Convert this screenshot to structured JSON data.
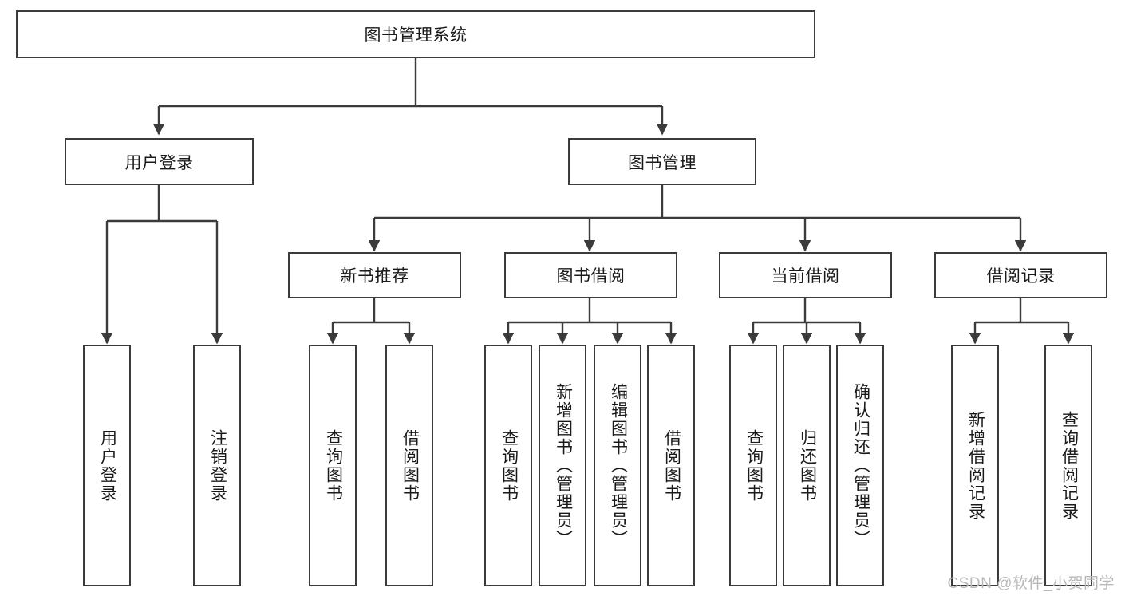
{
  "diagram": {
    "title_box": {
      "label": "图书管理系统"
    },
    "level2": [
      {
        "id": "user-login",
        "label": "用户登录"
      },
      {
        "id": "book-management",
        "label": "图书管理"
      }
    ],
    "level3": [
      {
        "id": "new-book-recommend",
        "label": "新书推荐"
      },
      {
        "id": "book-borrow",
        "label": "图书借阅"
      },
      {
        "id": "current-borrow",
        "label": "当前借阅"
      },
      {
        "id": "borrow-record",
        "label": "借阅记录"
      }
    ],
    "leaves": {
      "user_login": [
        {
          "id": "leaf-user-login",
          "label": "用户登录"
        },
        {
          "id": "leaf-logout-login",
          "label": "注销登录"
        }
      ],
      "new_book_recommend": [
        {
          "id": "leaf-query-book-1",
          "label": "查询图书"
        },
        {
          "id": "leaf-borrow-book-1",
          "label": "借阅图书"
        }
      ],
      "book_borrow": [
        {
          "id": "leaf-query-book-2",
          "label": "查询图书"
        },
        {
          "id": "leaf-add-book",
          "label": "新增图书（管理员）"
        },
        {
          "id": "leaf-edit-book",
          "label": "编辑图书（管理员）"
        },
        {
          "id": "leaf-borrow-book-2",
          "label": "借阅图书"
        }
      ],
      "current_borrow": [
        {
          "id": "leaf-query-book-3",
          "label": "查询图书"
        },
        {
          "id": "leaf-return-book",
          "label": "归还图书"
        },
        {
          "id": "leaf-confirm-return",
          "label": "确认归还（管理员）"
        }
      ],
      "borrow_record": [
        {
          "id": "leaf-add-record",
          "label": "新增借阅记录"
        },
        {
          "id": "leaf-query-record",
          "label": "查询借阅记录"
        }
      ]
    },
    "watermark": "CSDN @软件_小贺同学",
    "colors": {
      "stroke": "#3b3b3b",
      "fill": "#ffffff",
      "text": "#1a1a1a",
      "watermark": "#b9b9b9"
    }
  }
}
